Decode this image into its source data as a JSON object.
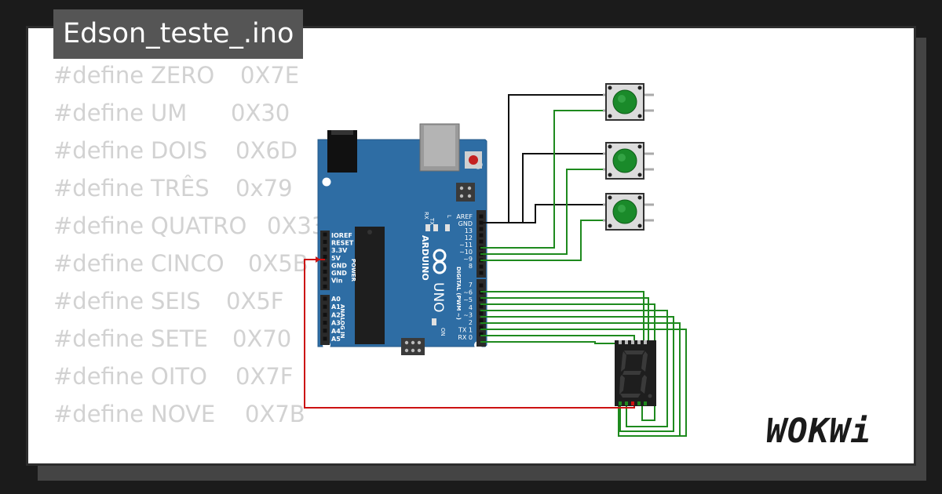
{
  "title": "Edson_teste_.ino",
  "code_lines": [
    {
      "keyword": "#define",
      "name": "ZERO",
      "value": "0X7E"
    },
    {
      "keyword": "#define",
      "name": "UM",
      "value": "0X30"
    },
    {
      "keyword": "#define",
      "name": "DOIS",
      "value": "0X6D"
    },
    {
      "keyword": "#define",
      "name": "TRÊS",
      "value": "0x79"
    },
    {
      "keyword": "#define",
      "name": "QUATRO",
      "value": "0X33"
    },
    {
      "keyword": "#define",
      "name": "CINCO",
      "value": "0X5B"
    },
    {
      "keyword": "#define",
      "name": "SEIS",
      "value": "0X5F"
    },
    {
      "keyword": "#define",
      "name": "SETE",
      "value": "0X70"
    },
    {
      "keyword": "#define",
      "name": "OITO",
      "value": "0X7F"
    },
    {
      "keyword": "#define",
      "name": "NOVE",
      "value": "0X7B"
    }
  ],
  "arduino": {
    "brand": "ARDUINO",
    "model": "UNO",
    "tx": "TX",
    "rx": "RX",
    "l": "L",
    "on": "ON",
    "power_label": "POWER",
    "analog_label": "ANALOG IN",
    "digital_label": "DIGITAL (PWM ~)",
    "power_pins": [
      "IOREF",
      "RESET",
      "3.3V",
      "5V",
      "GND",
      "GND",
      "Vin"
    ],
    "analog_pins": [
      "A0",
      "A1",
      "A2",
      "A3",
      "A4",
      "A5"
    ],
    "digital_upper_pins": [
      "AREF",
      "GND",
      "13",
      "12",
      "~11",
      "~10",
      "~9",
      "8"
    ],
    "digital_lower_pins": [
      "7",
      "~6",
      "~5",
      "4",
      "~3",
      "2",
      "TX 1",
      "RX 0"
    ]
  },
  "colors": {
    "board": "#2e6da4",
    "wire_green": "#1e8a1e",
    "wire_black": "#111111",
    "wire_red": "#cc1111",
    "button": "#1a8a2a",
    "code_text": "#d2d2d2"
  },
  "logo": "WOKWi"
}
